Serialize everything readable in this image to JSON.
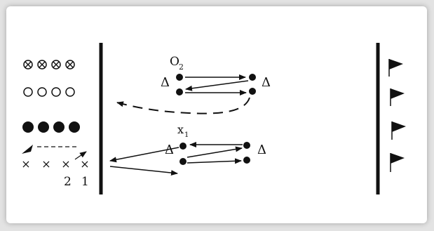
{
  "diagram": {
    "labels": {
      "o2": "O",
      "o2_sub": "2",
      "x1": "x",
      "x1_sub": "1",
      "num_2": "2",
      "num_1": "1"
    },
    "left_team": {
      "row_crossed_circles": {
        "symbol": "circle-x",
        "count": 4
      },
      "row_open_circles": {
        "symbol": "circle-open",
        "count": 4
      },
      "row_filled_circles": {
        "symbol": "circle-filled",
        "count": 4
      },
      "row_crosses": {
        "symbol": "x",
        "text": "×",
        "count": 4
      }
    },
    "cones": {
      "symbol": "Δ",
      "count": 4
    },
    "flags": {
      "icon": "flag-icon",
      "count": 4
    }
  }
}
